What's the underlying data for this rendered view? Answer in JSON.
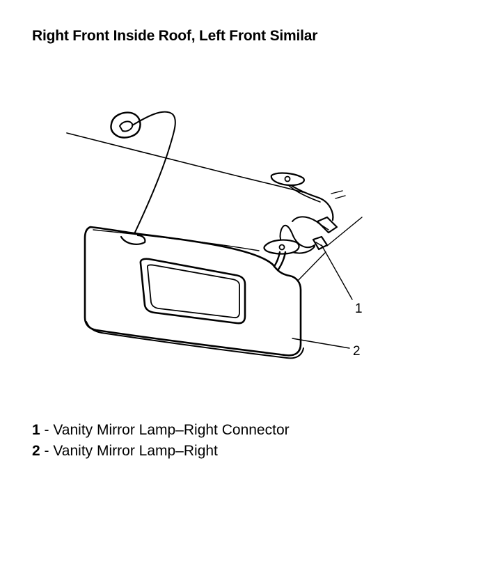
{
  "title": "Right Front Inside Roof, Left Front Similar",
  "callouts": [
    {
      "number": "1",
      "description": "Vanity Mirror Lamp–Right Connector"
    },
    {
      "number": "2",
      "description": "Vanity Mirror Lamp–Right"
    }
  ],
  "legend_separator": " - ",
  "colors": {
    "ink": "#000000",
    "background": "#ffffff",
    "panel_fill": "#eeeeee"
  }
}
